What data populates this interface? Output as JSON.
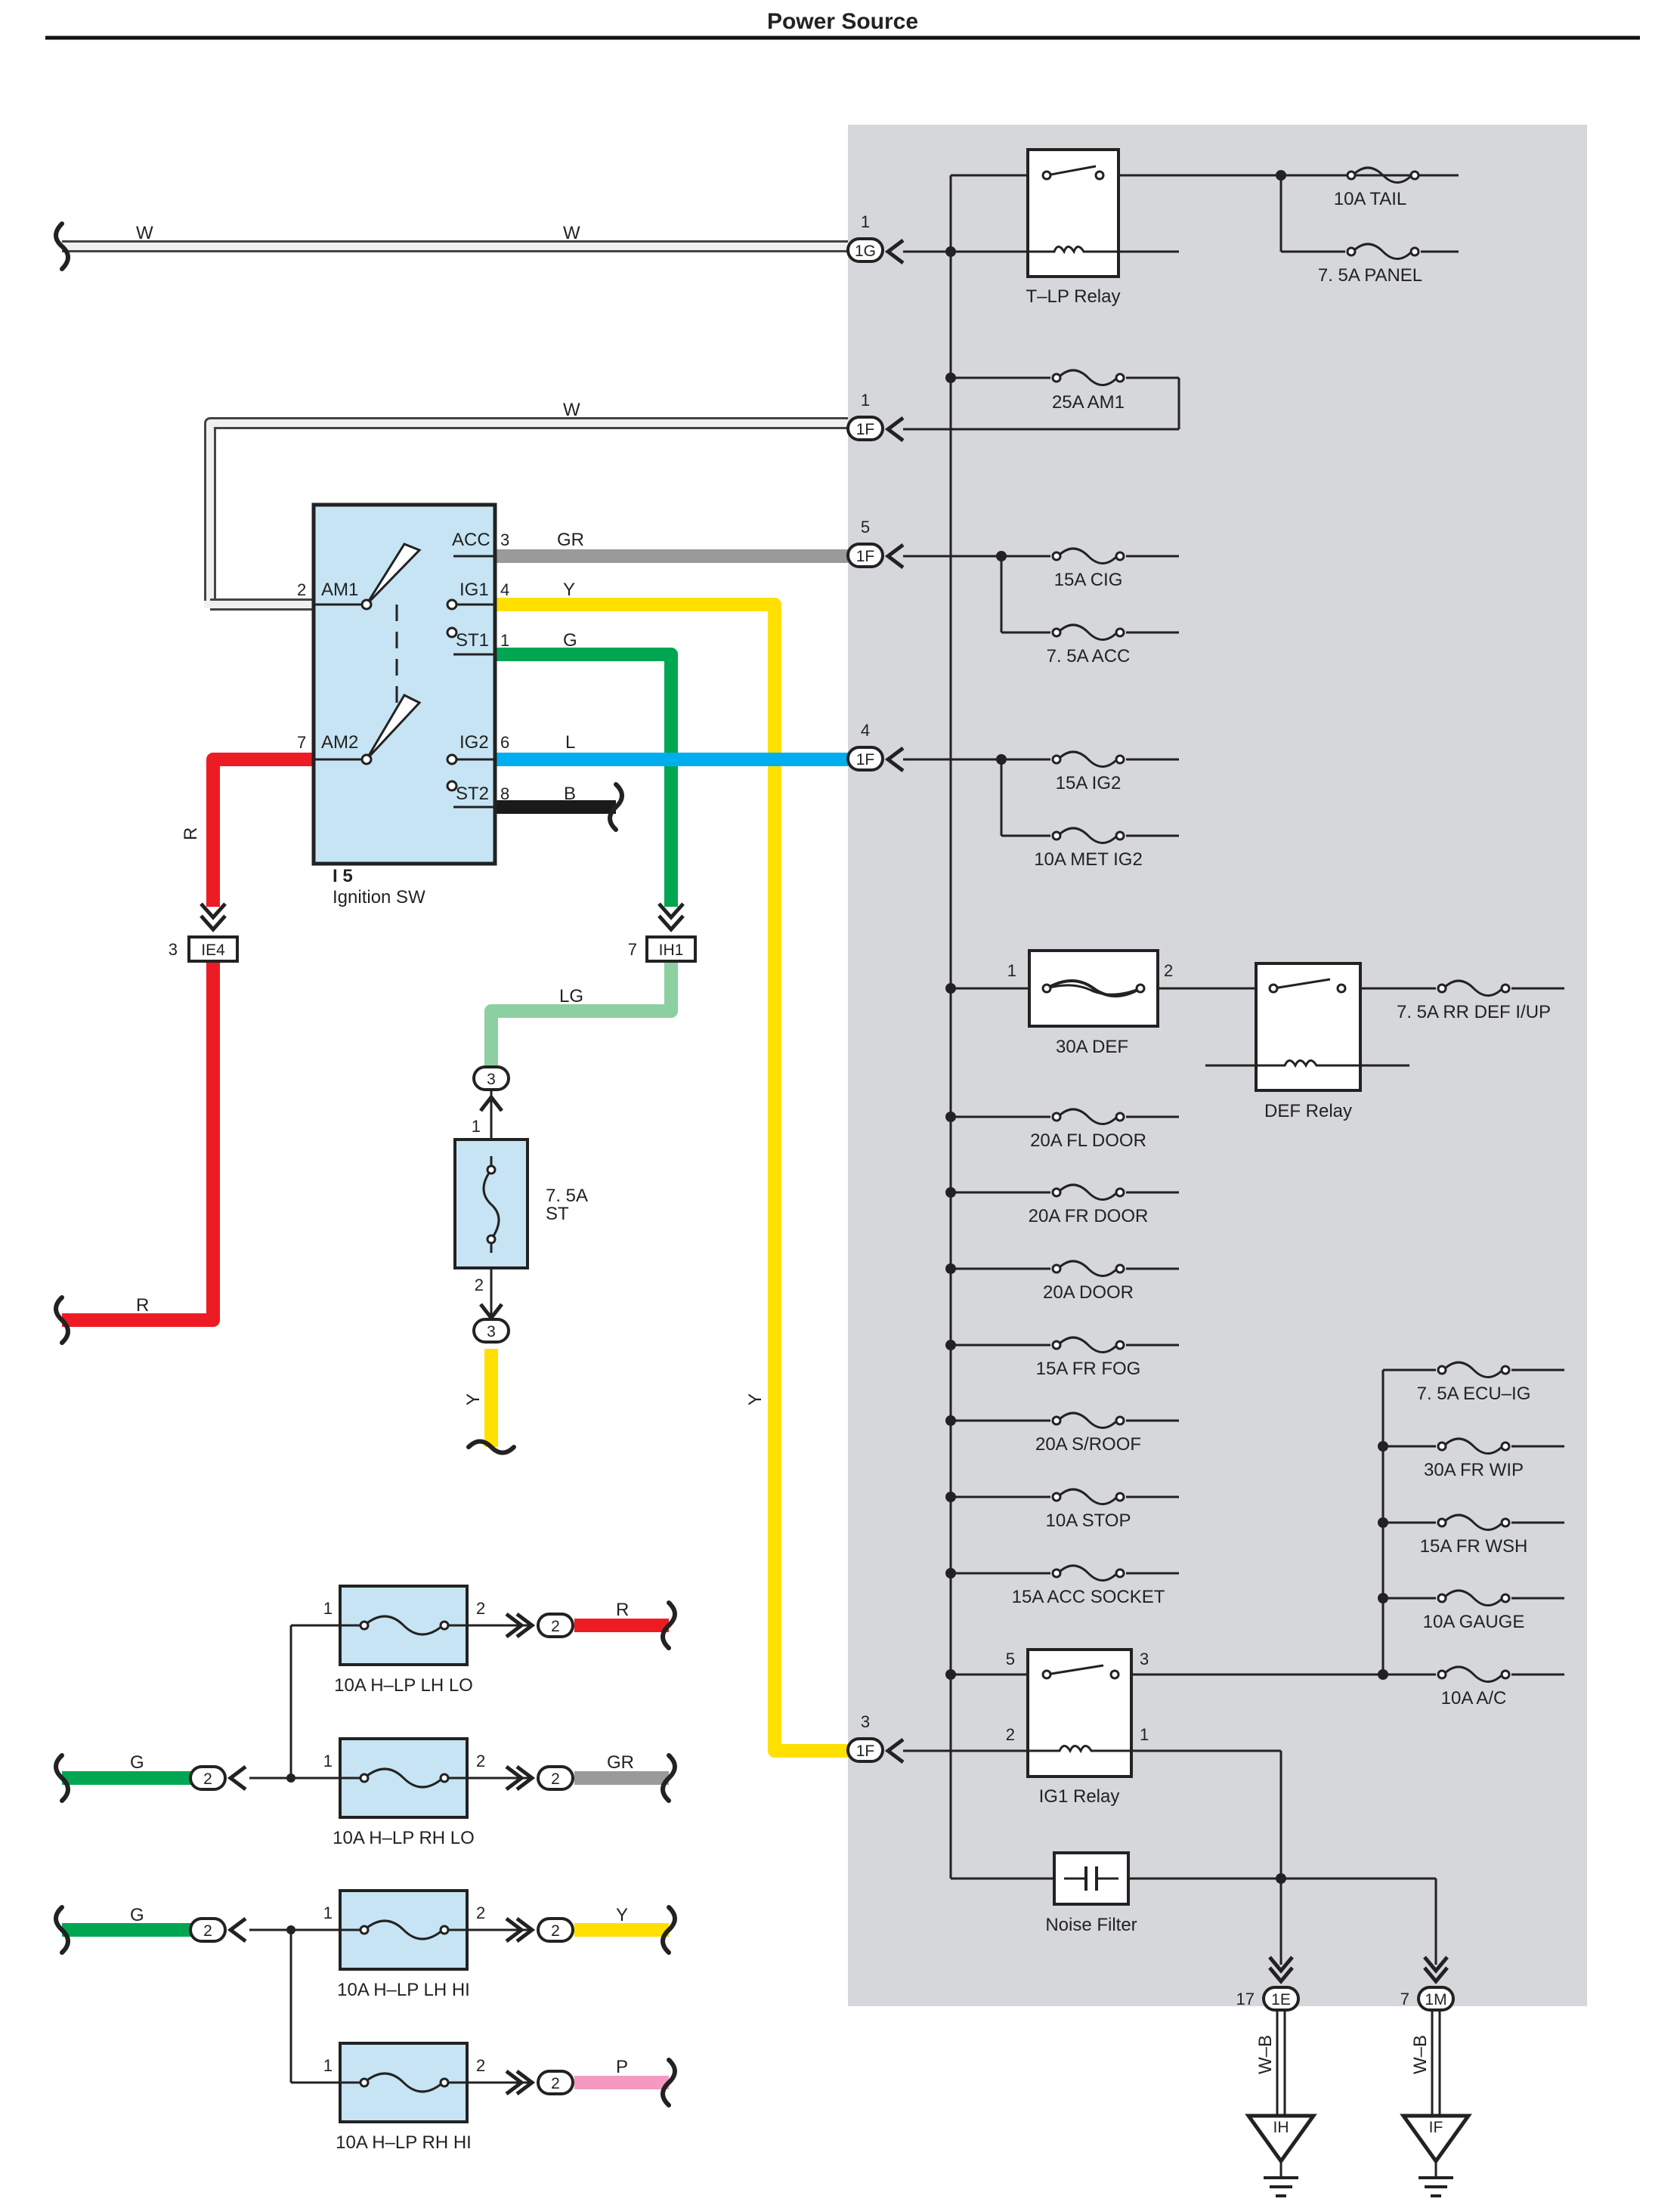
{
  "title": "Power Source",
  "colors": {
    "panel": "#d6d7da",
    "component": "#c6e4f3",
    "W": "#d8d8d8",
    "GR": "#9a9a9a",
    "Y": "#ffe000",
    "G": "#00a651",
    "L": "#00aeef",
    "B": "#1a1a1a",
    "R": "#ed1c24",
    "LG": "#8ccfa0",
    "P": "#f49ac2",
    "line": "#222222"
  },
  "wires": {
    "w1": "W",
    "w2": "W",
    "w3": "W",
    "gr": "GR",
    "y": "Y",
    "g": "G",
    "l": "L",
    "b": "B",
    "r": "R",
    "lg": "LG",
    "y_st": "Y",
    "y_long": "Y",
    "g_lo": "G",
    "g_hi": "G",
    "r_out": "R",
    "gr_out": "GR",
    "y_out": "Y",
    "p_out": "P",
    "wb1": "W–B",
    "wb2": "W–B"
  },
  "ignition": {
    "code": "I 5",
    "name": "Ignition SW",
    "terminals": {
      "acc": "ACC",
      "ig1": "IG1",
      "st1": "ST1",
      "ig2": "IG2",
      "st2": "ST2",
      "am1": "AM1",
      "am2": "AM2"
    },
    "pins": {
      "acc": "3",
      "ig1": "4",
      "st1": "1",
      "ig2": "6",
      "st2": "8",
      "am1": "2",
      "am2": "7"
    }
  },
  "connectors": {
    "c1g": "1G",
    "c1f_am1": "1F",
    "c1f_acc": "1F",
    "c1f_ig2": "1F",
    "c1f_ig1": "1F",
    "ie4": "IE4",
    "ih1": "IH1",
    "c3_top": "3",
    "c3_bot": "3",
    "c1e": "1E",
    "c1m": "1M",
    "c2_lo_in": "2",
    "c2_hi_in": "2",
    "c2_lhlo": "2",
    "c2_rhlo": "2",
    "c2_lhhi": "2",
    "c2_rhhi": "2"
  },
  "connector_pins": {
    "c1g": "1",
    "c1f_am1": "1",
    "c1f_acc": "5",
    "c1f_ig2": "4",
    "c1f_ig1": "3",
    "ie4": "3",
    "ih1": "7",
    "c1e": "17",
    "c1m": "7"
  },
  "relays": {
    "tlp": "T–LP Relay",
    "def": "DEF Relay",
    "ig1": "IG1 Relay"
  },
  "relay_pins": {
    "ig1_5": "5",
    "ig1_3": "3",
    "ig1_2": "2",
    "ig1_1": "1"
  },
  "fuses": {
    "tail": "10A TAIL",
    "panel": "7. 5A PANEL",
    "am1": "25A AM1",
    "cig": "15A CIG",
    "acc": "7. 5A ACC",
    "ig2": "15A IG2",
    "met_ig2": "10A MET IG2",
    "def": "30A DEF",
    "rr_def": "7. 5A RR DEF I/UP",
    "fl_door": "20A FL DOOR",
    "fr_door": "20A FR DOOR",
    "door": "20A DOOR",
    "fr_fog": "15A FR FOG",
    "sroof": "20A S/ROOF",
    "stop": "10A STOP",
    "acc_socket": "15A ACC SOCKET",
    "ecu_ig": "7. 5A ECU–IG",
    "fr_wip": "30A FR WIP",
    "fr_wsh": "15A FR WSH",
    "gauge": "10A GAUGE",
    "ac": "10A A/C",
    "lh_lo": "10A H–LP LH LO",
    "rh_lo": "10A H–LP RH LO",
    "lh_hi": "10A H–LP LH HI",
    "rh_hi": "10A H–LP RH HI"
  },
  "fuse_pins": {
    "def_1": "1",
    "def_2": "2",
    "in": "1",
    "out": "2"
  },
  "st_fuse": {
    "rating": "7. 5A",
    "name": "ST",
    "pin_top": "1",
    "pin_bottom": "2"
  },
  "noise_filter": "Noise Filter",
  "grounds": {
    "ih": "IH",
    "if": "IF"
  }
}
